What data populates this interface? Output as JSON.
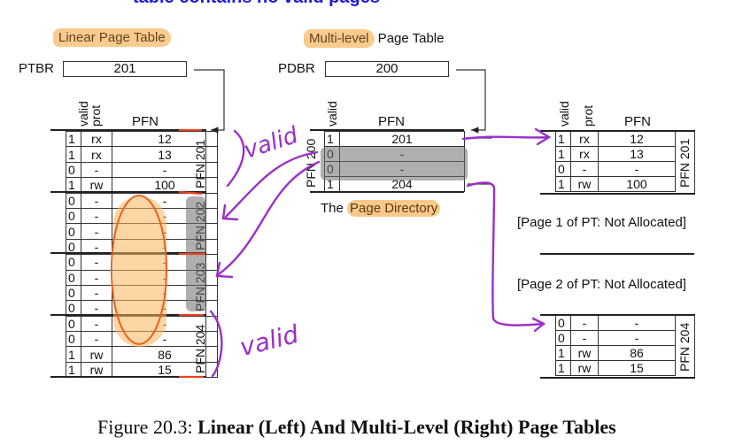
{
  "top_heading": "table contains no valid pages",
  "linear": {
    "title": "Linear Page Table",
    "register_label": "PTBR",
    "register_value": "201",
    "col_headers": [
      "valid",
      "prot",
      "PFN"
    ],
    "pages": [
      {
        "label": "PFN 201",
        "rows": [
          [
            "1",
            "rx",
            "12"
          ],
          [
            "1",
            "rx",
            "13"
          ],
          [
            "0",
            "-",
            "-"
          ],
          [
            "1",
            "rw",
            "100"
          ]
        ]
      },
      {
        "label": "PFN 202",
        "rows": [
          [
            "0",
            "-",
            "-"
          ],
          [
            "0",
            "-",
            "-"
          ],
          [
            "0",
            "-",
            "-"
          ],
          [
            "0",
            "-",
            "-"
          ]
        ]
      },
      {
        "label": "PFN 203",
        "rows": [
          [
            "0",
            "-",
            "-"
          ],
          [
            "0",
            "-",
            "-"
          ],
          [
            "0",
            "-",
            "-"
          ],
          [
            "0",
            "-",
            "-"
          ]
        ]
      },
      {
        "label": "PFN 204",
        "rows": [
          [
            "0",
            "-",
            "-"
          ],
          [
            "0",
            "-",
            "-"
          ],
          [
            "1",
            "rw",
            "86"
          ],
          [
            "1",
            "rw",
            "15"
          ]
        ]
      }
    ]
  },
  "multilevel": {
    "title_highlight": "Multi-level",
    "title_rest": " Page Table",
    "register_label": "PDBR",
    "register_value": "200",
    "directory": {
      "col_headers": [
        "valid",
        "PFN"
      ],
      "label": "PFN 200",
      "rows": [
        [
          "1",
          "201"
        ],
        [
          "0",
          "-"
        ],
        [
          "0",
          "-"
        ],
        [
          "1",
          "204"
        ]
      ],
      "caption_prefix": "The ",
      "caption_highlight": "Page Directory"
    },
    "pt_page0": {
      "col_headers": [
        "valid",
        "prot",
        "PFN"
      ],
      "label": "PFN 201",
      "rows": [
        [
          "1",
          "rx",
          "12"
        ],
        [
          "1",
          "rx",
          "13"
        ],
        [
          "0",
          "-",
          "-"
        ],
        [
          "1",
          "rw",
          "100"
        ]
      ]
    },
    "not_allocated_1": "[Page 1 of PT: Not Allocated]",
    "not_allocated_2": "[Page 2 of PT: Not Allocated]",
    "pt_page3": {
      "label": "PFN 204",
      "rows": [
        [
          "0",
          "-",
          "-"
        ],
        [
          "0",
          "-",
          "-"
        ],
        [
          "1",
          "rw",
          "86"
        ],
        [
          "1",
          "rw",
          "15"
        ]
      ]
    }
  },
  "annotations": {
    "valid_top": "valid",
    "valid_bottom": "valid",
    "ink_color": "#9b2fc9",
    "marker_red": "#e8421e",
    "highlight_orange": "#f9c98a"
  },
  "caption": {
    "prefix": "Figure 20.3: ",
    "bold": "Linear (Left) And Multi-Level (Right) Page Tables"
  }
}
